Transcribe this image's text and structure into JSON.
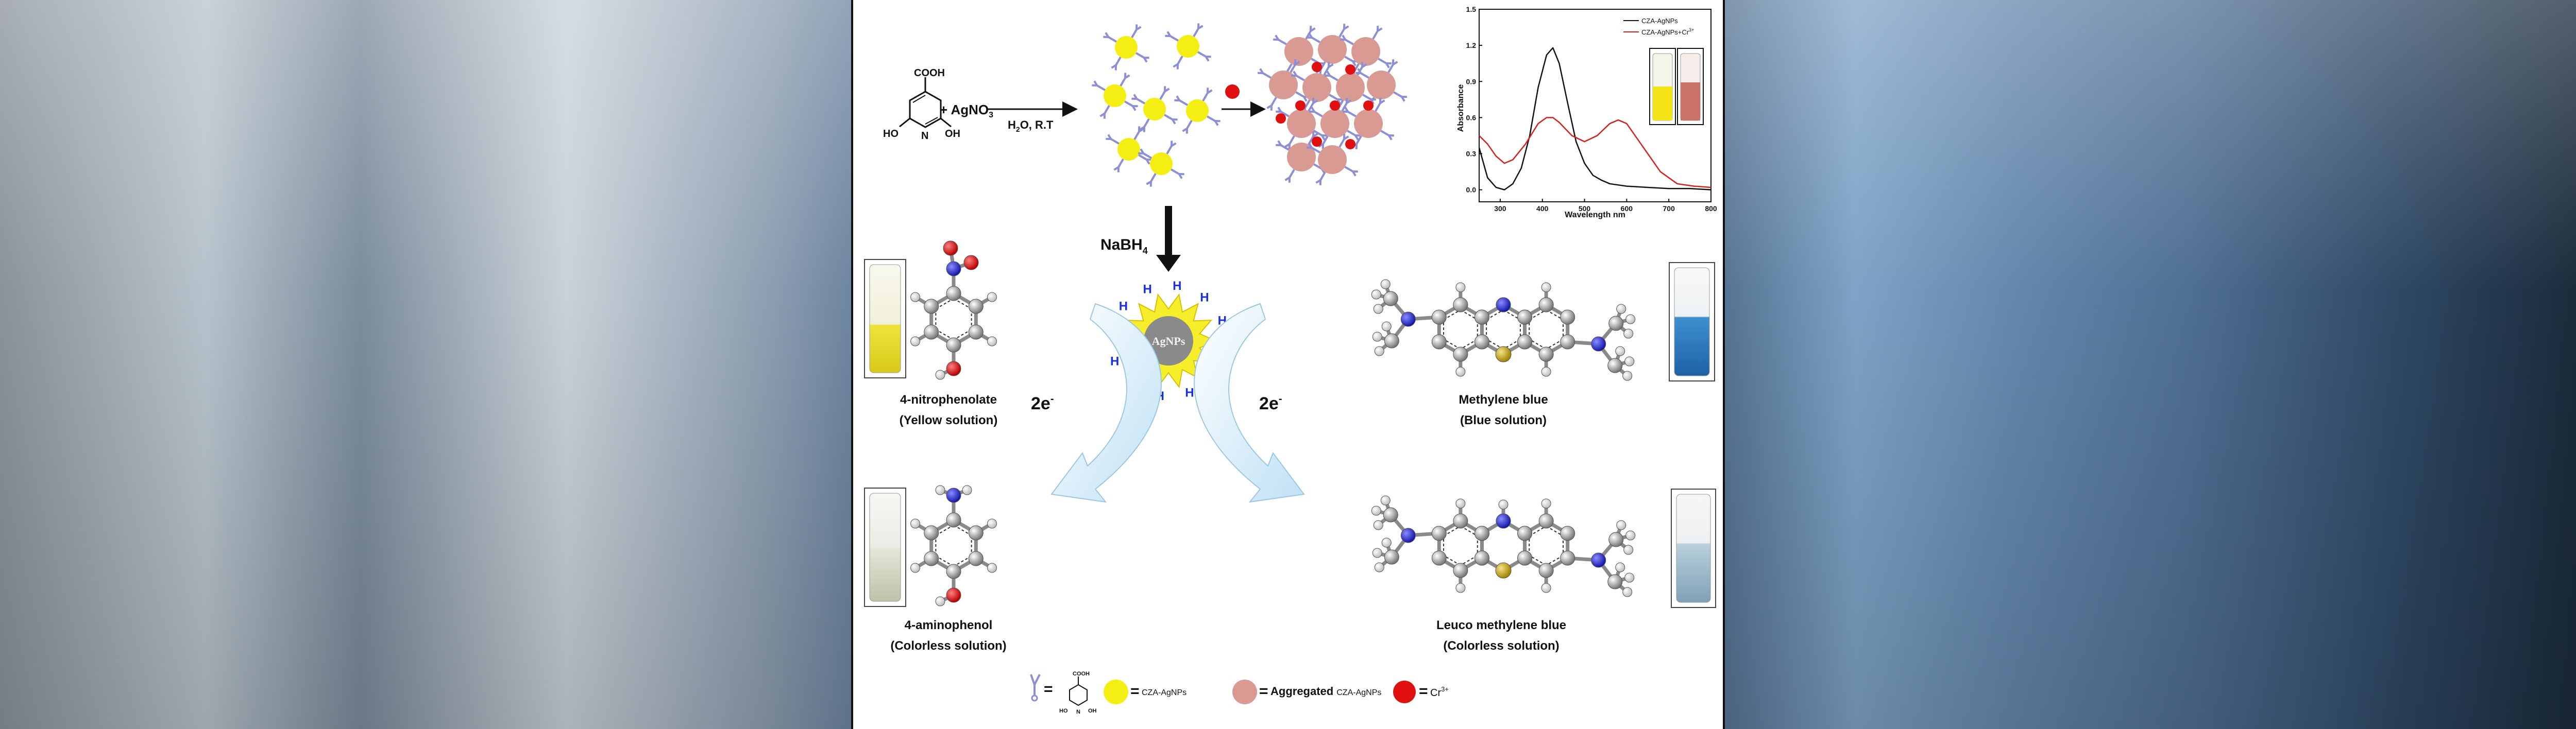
{
  "reaction": {
    "line1": "COOH",
    "plus_reagent": "+ AgNO",
    "sub3": "3",
    "conditions": "H",
    "cond_sub": "2",
    "conditions_rest": "O, R.T",
    "ho": "HO",
    "n": "N",
    "oh": "OH",
    "reductant": "NaBH",
    "reductant_sub": "4"
  },
  "inset_chart": {
    "ylabel": "Absorbance",
    "xlabel": "Wavelength nm",
    "legend": [
      "CZA-AgNPs",
      "CZA-AgNPs+Cr"
    ],
    "legend_sup": "3+"
  },
  "chart_data": {
    "type": "line",
    "xlabel": "Wavelength nm",
    "ylabel": "Absorbance",
    "xlim": [
      250,
      800
    ],
    "ylim": [
      -0.1,
      1.5
    ],
    "xticks": [
      "300",
      "400",
      "500",
      "600",
      "700",
      "800"
    ],
    "yticks": [
      "0.0",
      "0.3",
      "0.6",
      "0.9",
      "1.2",
      "1.5"
    ],
    "legend_position": "top-right",
    "series": [
      {
        "name": "CZA-AgNPs",
        "color": "#111111",
        "x": [
          250,
          270,
          290,
          310,
          330,
          350,
          370,
          390,
          410,
          425,
          440,
          460,
          480,
          500,
          520,
          540,
          560,
          600,
          650,
          700,
          750,
          800
        ],
        "y": [
          0.35,
          0.1,
          0.02,
          0.0,
          0.05,
          0.18,
          0.45,
          0.85,
          1.12,
          1.18,
          1.05,
          0.72,
          0.4,
          0.22,
          0.12,
          0.08,
          0.05,
          0.03,
          0.02,
          0.01,
          0.01,
          0.0
        ]
      },
      {
        "name": "CZA-AgNPs+Cr3+",
        "color": "#d62020",
        "x": [
          250,
          270,
          290,
          310,
          330,
          360,
          390,
          410,
          425,
          440,
          470,
          500,
          530,
          560,
          580,
          600,
          620,
          650,
          680,
          720,
          760,
          800
        ],
        "y": [
          0.45,
          0.38,
          0.28,
          0.22,
          0.25,
          0.38,
          0.55,
          0.6,
          0.6,
          0.56,
          0.45,
          0.4,
          0.45,
          0.55,
          0.58,
          0.55,
          0.45,
          0.3,
          0.15,
          0.05,
          0.03,
          0.02
        ]
      }
    ]
  },
  "molecules": {
    "nitrophenolate": "4-nitrophenolate",
    "nitrophenolate_sol": "(Yellow solution)",
    "aminophenol": "4-aminophenol",
    "aminophenol_sol": "(Colorless solution)",
    "mb": "Methylene blue",
    "mb_sol": "(Blue solution)",
    "lmb": "Leuco methylene blue",
    "lmb_sol": "(Colorless solution)",
    "electrons_left": "2e",
    "electrons_right": "2e",
    "e_sup": "-",
    "agnps": "AgNPs",
    "h": "H"
  },
  "legend": {
    "ligand_eq": "=",
    "czaagnps": "CZA-AgNPs",
    "aggregated_bold": "Aggregated",
    "aggregated_small": "CZA-AgNPs",
    "cr": "Cr",
    "cr_sup": "3+"
  },
  "colors": {
    "yellow_np": "#f4ee12",
    "aggregated": "#d99a94",
    "cr": "#e01010",
    "ligand": "#8c8fd6",
    "agnp_core": "#8a8a8a",
    "agnp_star": "#f6ee2a",
    "h_blue": "#1a2ee0",
    "arrow_fill": "#d7ecf8"
  }
}
